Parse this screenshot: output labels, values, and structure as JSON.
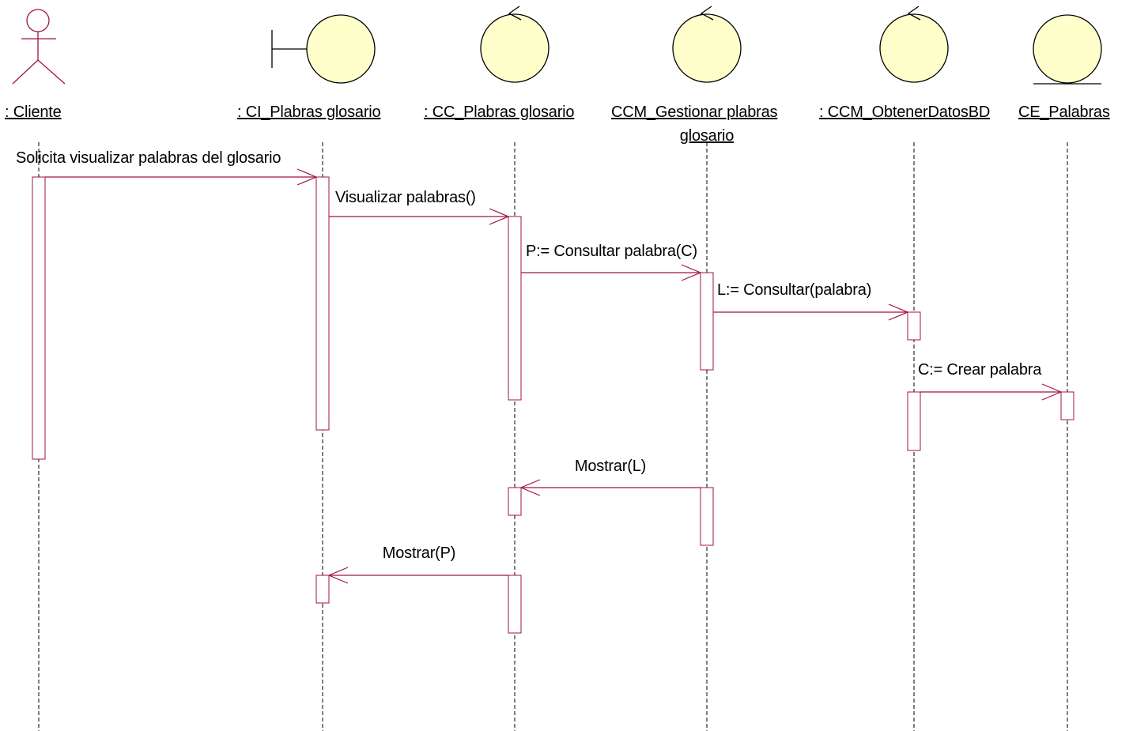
{
  "colors": {
    "message": "#a0134a",
    "object_fill": "#ffffcc",
    "object_stroke": "#000000",
    "lifeline": "#000000"
  },
  "participants": [
    {
      "name": ": Cliente",
      "kind": "actor-icon"
    },
    {
      "name": ": CI_Plabras glosario",
      "kind": "boundary-icon"
    },
    {
      "name": ": CC_Plabras glosario",
      "kind": "control-icon"
    },
    {
      "name_line1": "CCM_Gestionar plabras",
      "name_line2": "glosario",
      "kind": "control-icon"
    },
    {
      "name": ": CCM_ObtenerDatosBD",
      "kind": "control-icon"
    },
    {
      "name": "CE_Palabras",
      "kind": "entity-icon"
    }
  ],
  "messages": [
    {
      "label": "Solicita visualizar palabras del glosario"
    },
    {
      "label": "Visualizar palabras()"
    },
    {
      "label": "P:= Consultar palabra(C)"
    },
    {
      "label": "L:= Consultar(palabra)"
    },
    {
      "label": "C:= Crear palabra"
    },
    {
      "label": "Mostrar(L)"
    },
    {
      "label": "Mostrar(P)"
    }
  ]
}
